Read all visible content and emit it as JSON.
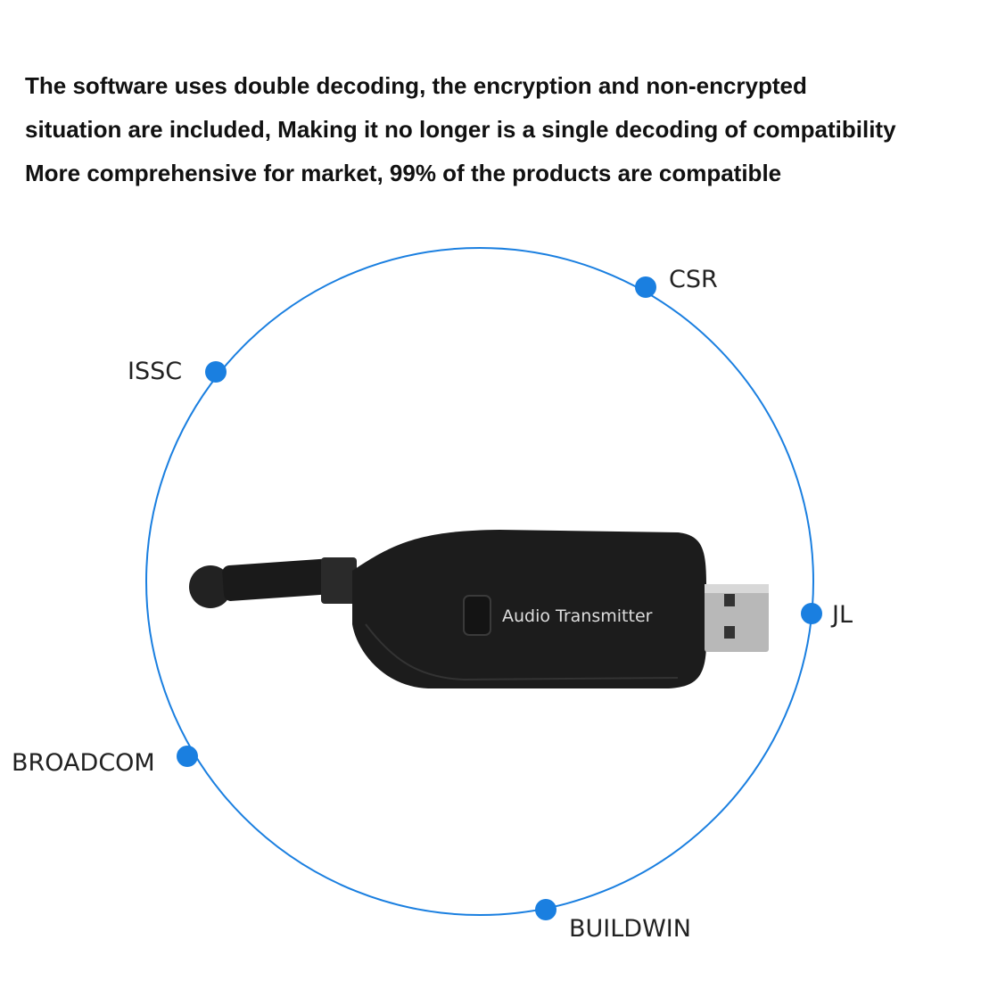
{
  "headline": {
    "lines": [
      "The software uses double decoding, the encryption and non-encrypted",
      "situation are included, Making it no longer is a single decoding of compatibility",
      "More comprehensive for market, 99% of the products are compatible"
    ]
  },
  "device": {
    "label": "Audio Transmitter"
  },
  "chipsets": [
    "CSR",
    "ISSC",
    "JL",
    "BROADCOM",
    "BUILDWIN"
  ],
  "colors": {
    "accent": "#1a7fe0",
    "device_body": "#1c1c1c"
  }
}
